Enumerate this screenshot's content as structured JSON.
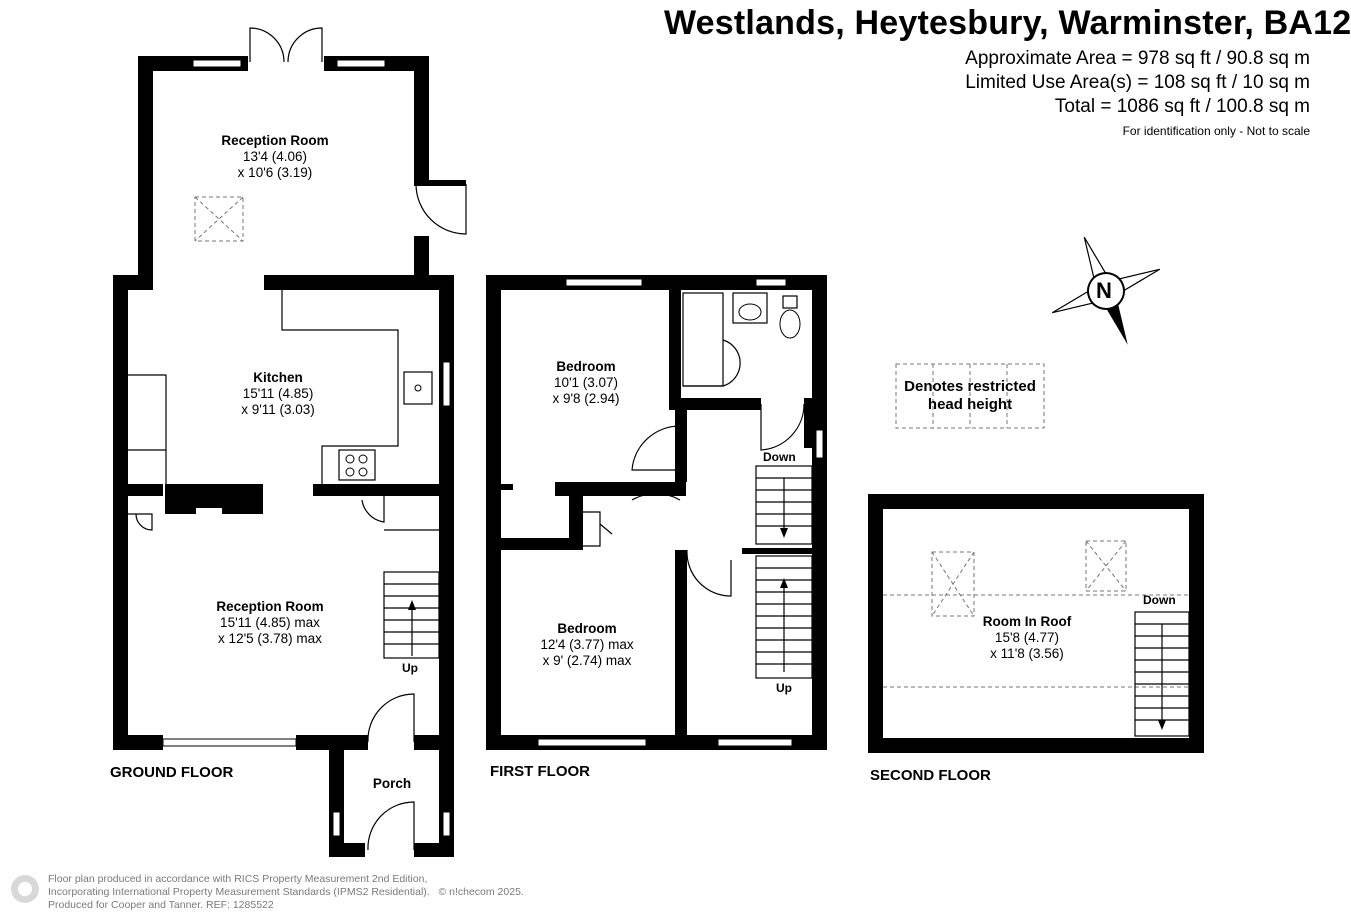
{
  "header": {
    "title": "Westlands, Heytesbury, Warminster, BA12",
    "approx_area": "Approximate Area = 978 sq ft / 90.8 sq m",
    "limited_area": "Limited Use Area(s) = 108 sq ft / 10 sq m",
    "total_area": "Total = 1086 sq ft / 100.8 sq m",
    "note": "For identification only - Not to scale"
  },
  "compass": {
    "label": "N",
    "icon": "compass-rose-icon"
  },
  "legend": {
    "line1": "Denotes restricted",
    "line2": "head height"
  },
  "floors": {
    "ground": {
      "label": "GROUND FLOOR",
      "rooms": {
        "reception_top": {
          "name": "Reception Room",
          "dim1": "13'4 (4.06)",
          "dim2": "x 10'6 (3.19)"
        },
        "kitchen": {
          "name": "Kitchen",
          "dim1": "15'11 (4.85)",
          "dim2": "x 9'11 (3.03)"
        },
        "reception_main": {
          "name": "Reception Room",
          "dim1": "15'11 (4.85) max",
          "dim2": "x 12'5 (3.78) max"
        },
        "porch": {
          "name": "Porch"
        }
      },
      "stairs_label": "Up"
    },
    "first": {
      "label": "FIRST FLOOR",
      "rooms": {
        "bedroom1": {
          "name": "Bedroom",
          "dim1": "10'1 (3.07)",
          "dim2": "x 9'8 (2.94)"
        },
        "bedroom2": {
          "name": "Bedroom",
          "dim1": "12'4 (3.77) max",
          "dim2": "x 9' (2.74) max"
        }
      },
      "stairs_down": "Down",
      "stairs_up": "Up"
    },
    "second": {
      "label": "SECOND FLOOR",
      "rooms": {
        "roof_room": {
          "name": "Room In Roof",
          "dim1": "15'8 (4.77)",
          "dim2": "x 11'8 (3.56)"
        }
      },
      "stairs_down": "Down"
    }
  },
  "footer": {
    "line1": "Floor plan produced in accordance with RICS Property Measurement 2nd Edition,",
    "line2": "Incorporating International Property Measurement Standards (IPMS2 Residential).",
    "copyright": "© n!checom 2025.",
    "line3": "Produced for Cooper and Tanner.   REF:  1285522"
  }
}
